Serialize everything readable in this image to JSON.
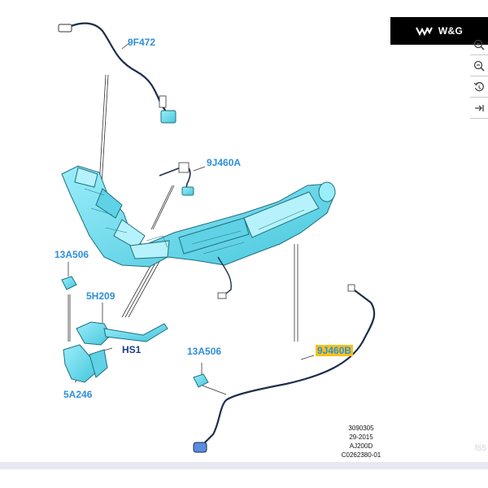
{
  "brand": {
    "name": "W&G"
  },
  "toolbar": {
    "items": [
      {
        "icon": "zoom-in-icon"
      },
      {
        "icon": "zoom-out-icon"
      },
      {
        "icon": "reset-view-icon"
      },
      {
        "icon": "fit-to-screen-icon"
      }
    ]
  },
  "callouts": {
    "c1": "9F472",
    "c2": "9J460A",
    "c3": "13A506",
    "c4": "5H209",
    "c5": "HS1",
    "c6": "13A506",
    "c7": "9J460B",
    "c8": "5A246"
  },
  "stamp": {
    "line1": "3090305",
    "line2": "29-2015",
    "line3": "AJ200D",
    "line4": "C0262380-01"
  },
  "watermark": "f65",
  "colors": {
    "part_fill": "#7fe3f2",
    "part_stroke": "#1f6f80",
    "callout": "#2f8fd9",
    "highlight": "#f6c21b"
  }
}
